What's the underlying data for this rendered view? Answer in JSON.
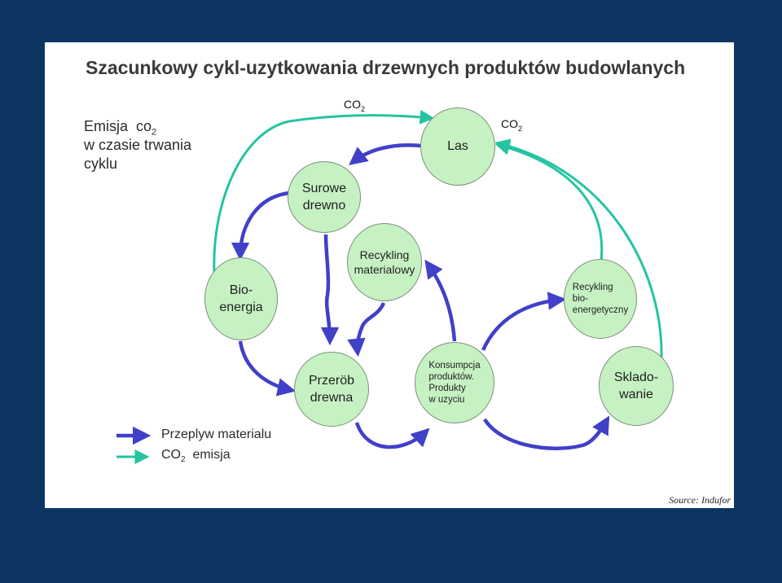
{
  "title": "Szacunkowy cykl-uzytkowania drzewnych produktów budowlanych",
  "emission_note": {
    "line1_prefix": "Emisja",
    "line1_chem": "co",
    "line1_sub": "2",
    "line2": "w czasie trwania",
    "line3": "cyklu"
  },
  "co2_label": {
    "chem": "CO",
    "sub": "2"
  },
  "nodes": {
    "las": {
      "lines": [
        "Las"
      ]
    },
    "surowe_drewno": {
      "lines": [
        "Surowe",
        "drewno"
      ]
    },
    "recykling_materialowy": {
      "lines": [
        "Recykling",
        "materialowy"
      ]
    },
    "bioenergia": {
      "lines": [
        "Bio-",
        "energia"
      ]
    },
    "przerob_drewna": {
      "lines": [
        "Przeröb",
        "drewna"
      ]
    },
    "konsumpcja": {
      "lines": [
        "Konsumpcja",
        "produktów.",
        "Produkty",
        "w uzyciu"
      ]
    },
    "recykling_bio": {
      "lines": [
        "Recykling",
        "bio-",
        "energetyczny"
      ]
    },
    "skladowanie": {
      "lines": [
        "Sklado-",
        "wanie"
      ]
    }
  },
  "legend": {
    "material_flow": "Przeplyw materialu",
    "co2_emission_chem": "CO",
    "co2_emission_sub": "2",
    "co2_emission_text": "emisja"
  },
  "source": "Source: Indufor",
  "colors": {
    "background": "#0c3563",
    "material_flow": "#4040c8",
    "co2_flow": "#25c4a0",
    "node_fill": "#c6f2c3"
  }
}
